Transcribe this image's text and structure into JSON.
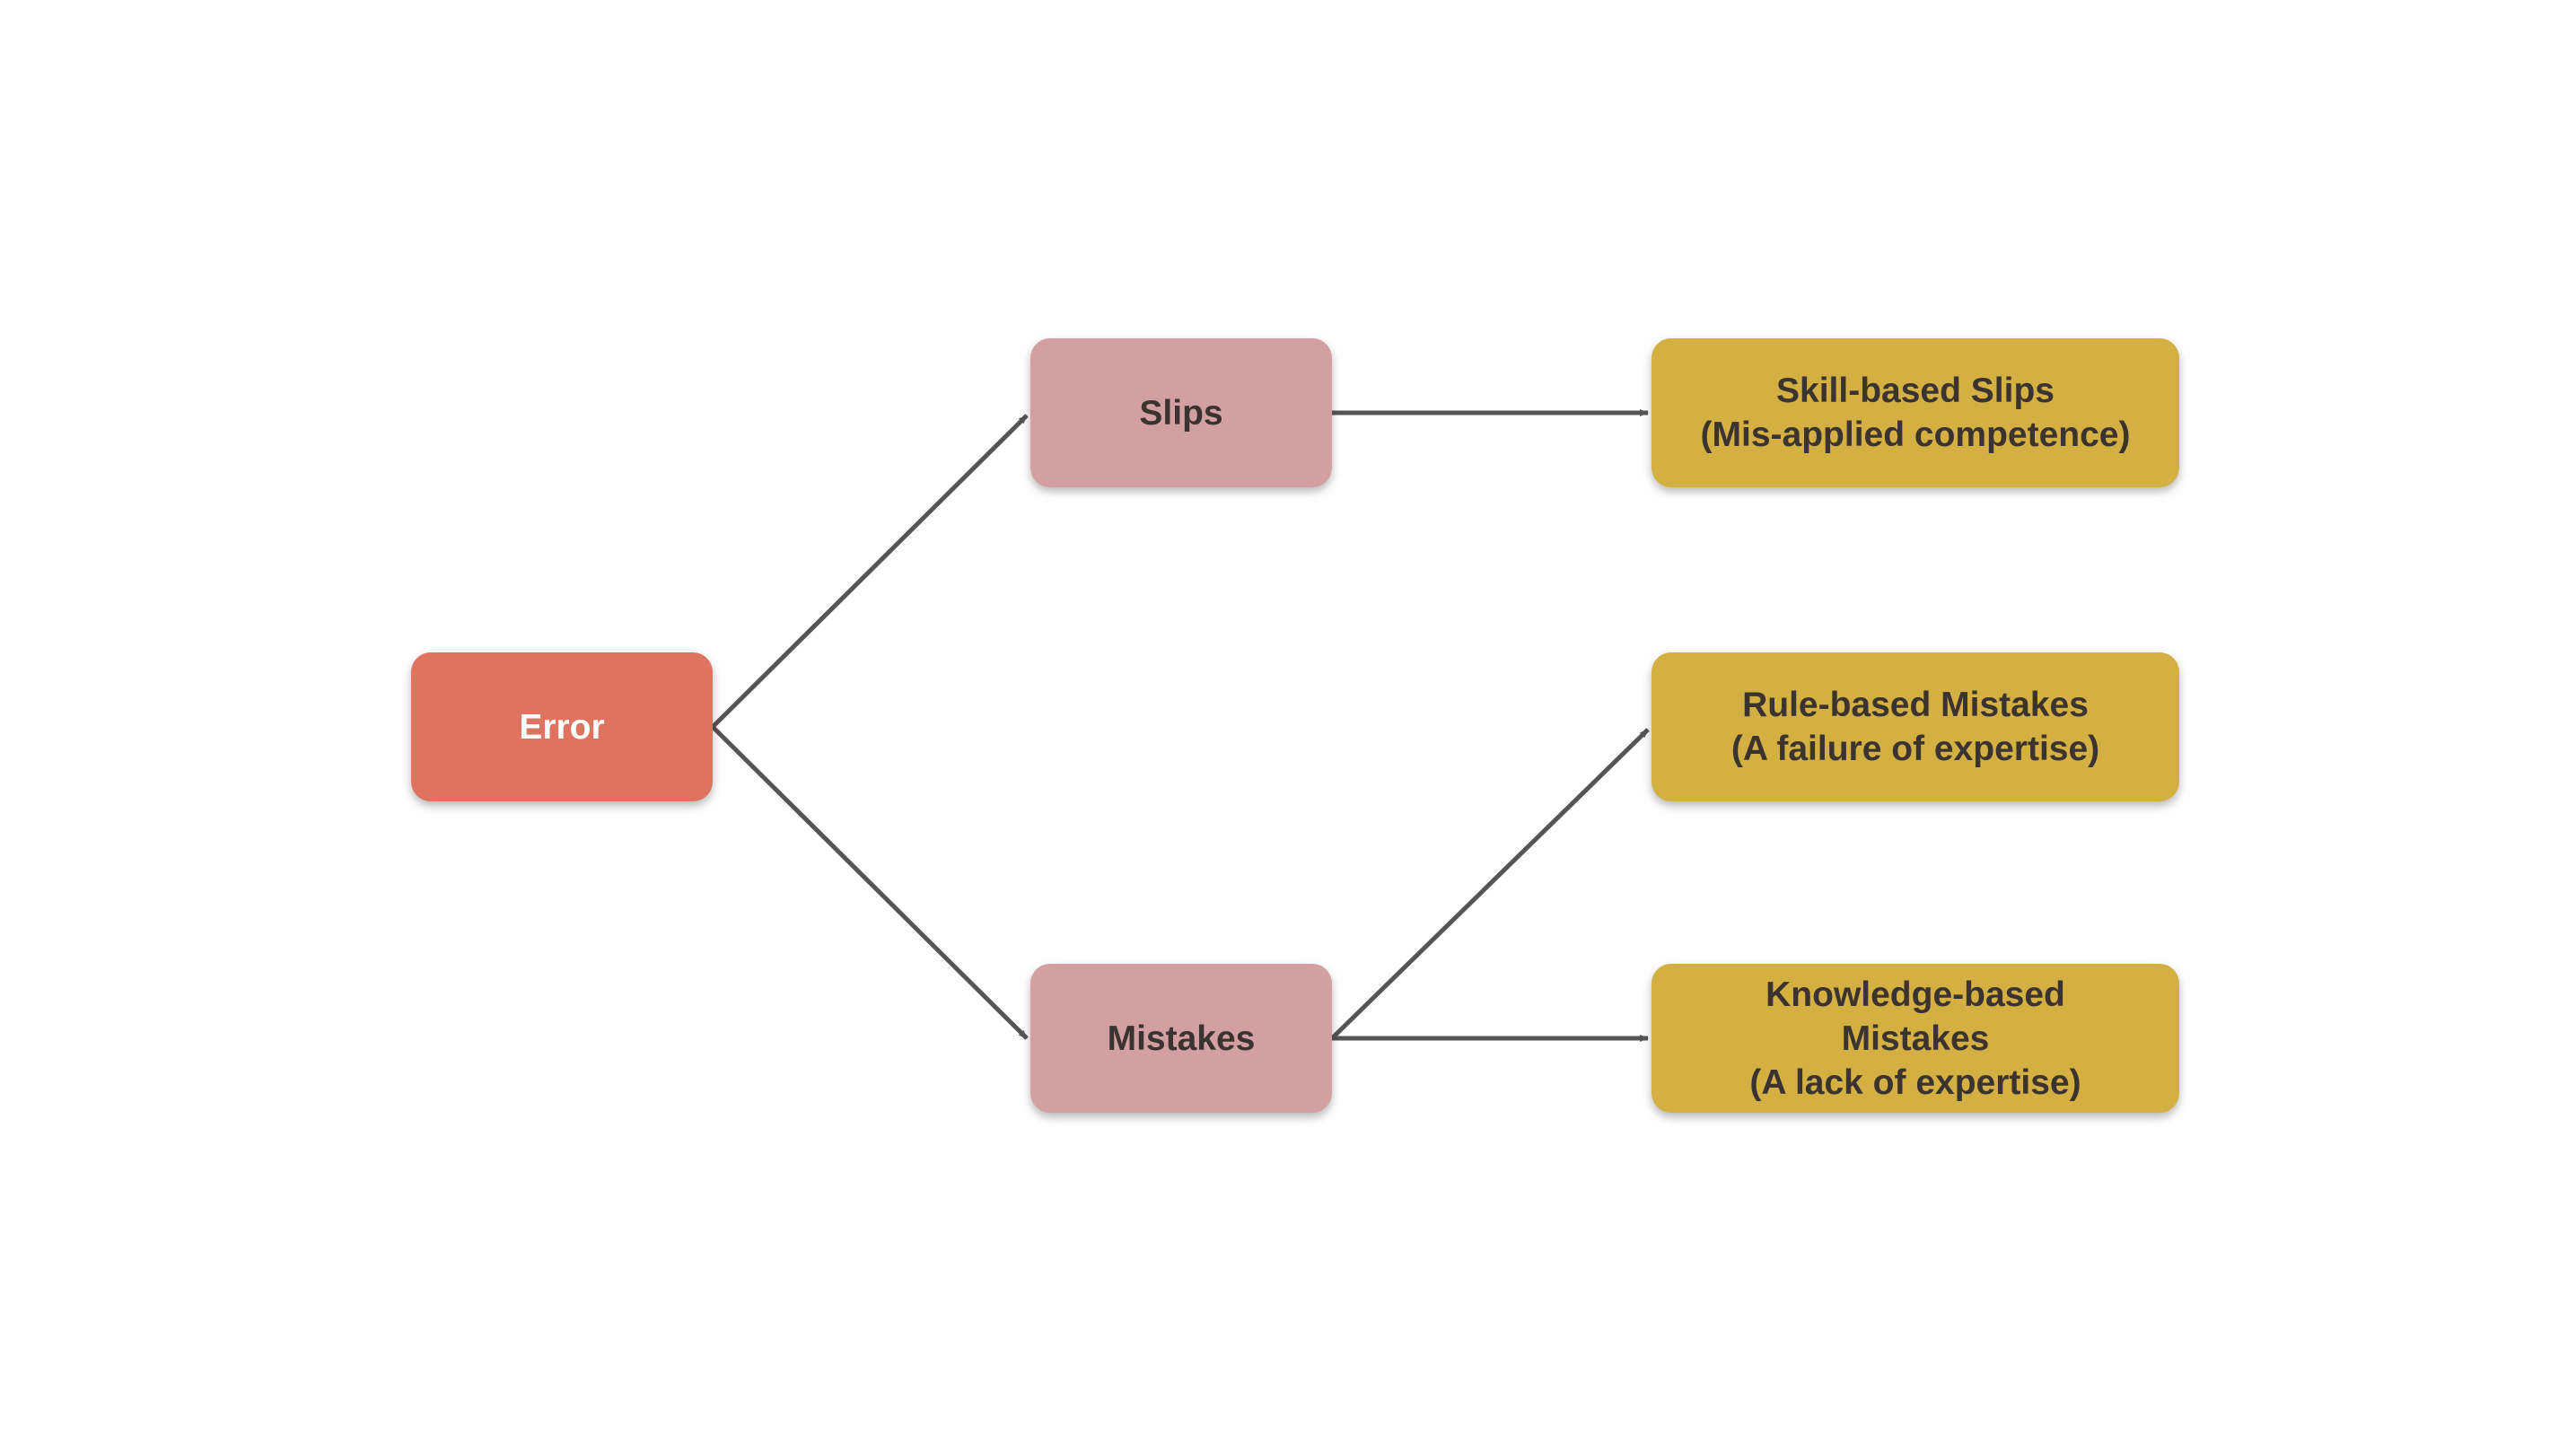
{
  "colors": {
    "root": "#e07260",
    "category": "#d3a0a2",
    "leaf": "#d4af42",
    "edge": "#555555",
    "text_dark": "#3a3330",
    "text_light": "#ffffff"
  },
  "nodes": {
    "error": {
      "label": "Error"
    },
    "slips": {
      "label": "Slips"
    },
    "mistakes": {
      "label": "Mistakes"
    },
    "skill": {
      "label": "Skill-based Slips\n(Mis-applied competence)"
    },
    "rule": {
      "label": "Rule-based Mistakes\n(A failure of expertise)"
    },
    "knowledge": {
      "label": "Knowledge-based\nMistakes\n(A lack of expertise)"
    }
  },
  "edges": [
    {
      "from": "error",
      "to": "slips"
    },
    {
      "from": "error",
      "to": "mistakes"
    },
    {
      "from": "slips",
      "to": "skill"
    },
    {
      "from": "mistakes",
      "to": "rule"
    },
    {
      "from": "mistakes",
      "to": "knowledge"
    }
  ]
}
